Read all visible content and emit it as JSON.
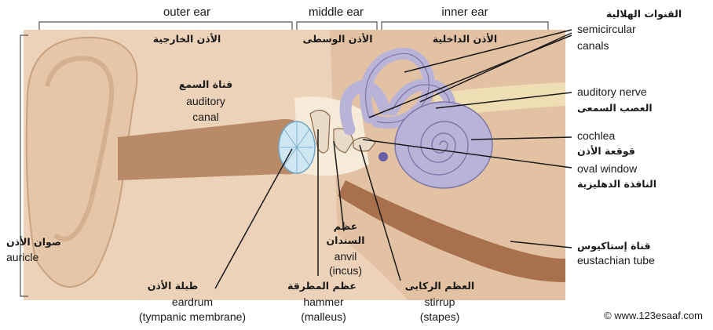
{
  "sections": {
    "outer_ear": "outer ear",
    "middle_ear": "middle ear",
    "inner_ear": "inner ear",
    "outer_ear_ar": "الأذن الخارجية",
    "middle_ear_ar": "الأذن الوسطى",
    "inner_ear_ar": "الأذن الداخلية"
  },
  "labels": {
    "semicircular_ar": "القنوات الهلالية",
    "semicircular_1": "semicircular",
    "semicircular_2": "canals",
    "auditory_nerve": "auditory nerve",
    "auditory_nerve_ar": "العصب السمعى",
    "cochlea": "cochlea",
    "cochlea_ar": "قوقعة الأذن",
    "oval_window": "oval window",
    "oval_window_ar": "النافذة الدهليزية",
    "eustachian_ar": "قناة إستاكيوس",
    "eustachian": "eustachian tube",
    "canal_ar": "قناة السمع",
    "canal_1": "auditory",
    "canal_2": "canal",
    "auricle_ar": "صوان الأذن",
    "auricle": "auricle",
    "eardrum_ar": "طبلة الأذن",
    "eardrum_1": "eardrum",
    "eardrum_2": "(tympanic membrane)",
    "hammer_ar": "عظم المطرقة",
    "hammer_1": "hammer",
    "hammer_2": "(malleus)",
    "anvil_ar_1": "عظم",
    "anvil_ar_2": "السندان",
    "anvil_1": "anvil",
    "anvil_2": "(incus)",
    "stirrup_ar": "العظم الركابى",
    "stirrup_1": "stirrup",
    "stirrup_2": "(stapes)"
  },
  "credit": "© www.123esaaf.com",
  "colors": {
    "skin": "#ecd2b8",
    "skin_shade": "#d9b392",
    "canal": "#b98a68",
    "inner_ear": "#b9b3d8",
    "inner_ear_stroke": "#7f77aa",
    "eardrum": "#cfe6f3",
    "nerve": "#eee1b6",
    "tube": "#a8704d"
  }
}
